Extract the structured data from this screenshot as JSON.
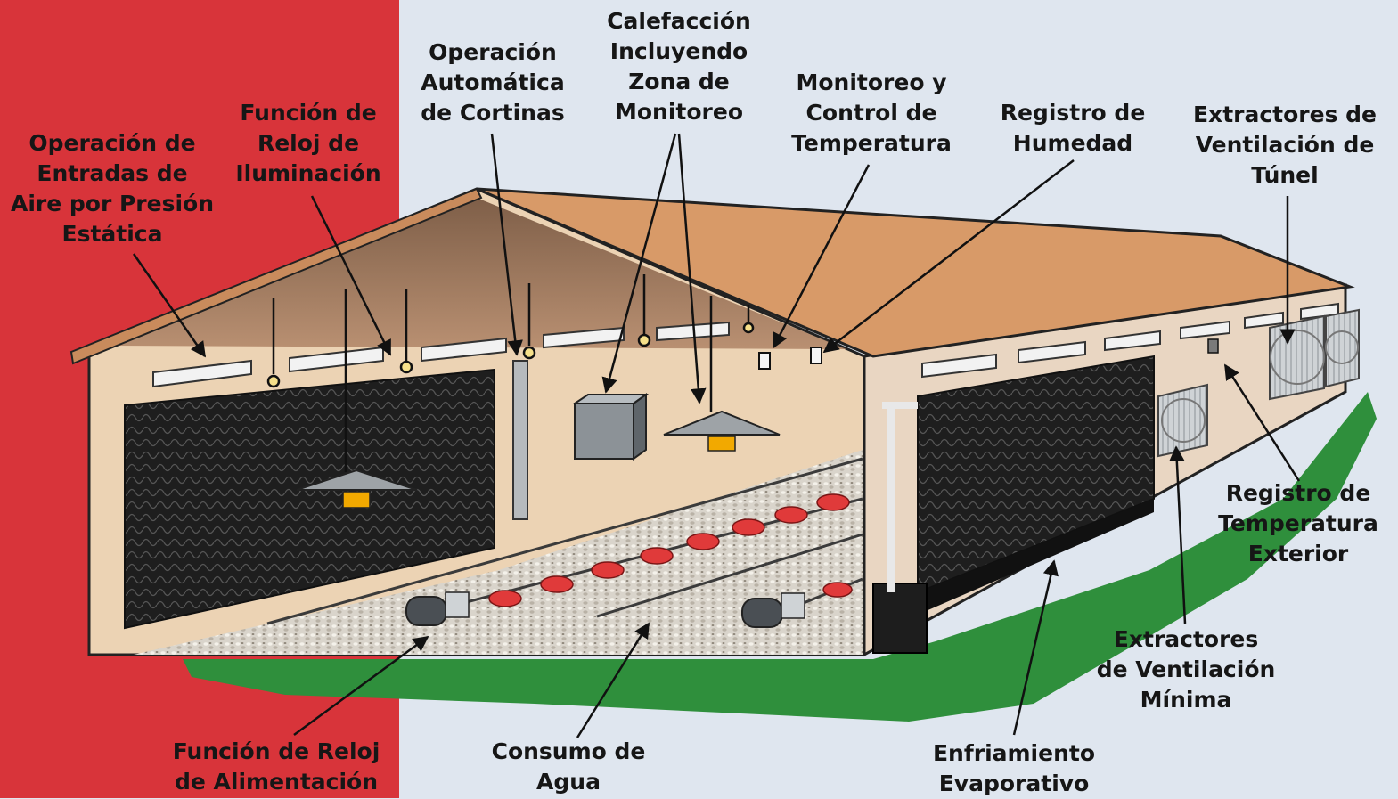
{
  "colors": {
    "left_panel": "#d8343a",
    "right_background": "#dfe6ef",
    "roof": "#d89a68",
    "wall": "#ecd3b4",
    "pad": "#1f1f1f",
    "grass": "#2f8f3c",
    "feeder": "#e03a3a"
  },
  "labels": {
    "air_inlets": [
      "Operación de",
      "Entradas de",
      "Aire por Presión",
      "Estática"
    ],
    "lighting_clock": [
      "Función de",
      "Reloj de",
      "Iluminación"
    ],
    "curtains": [
      "Operación",
      "Automática",
      "de Cortinas"
    ],
    "heating": [
      "Calefacción",
      "Incluyendo",
      "Zona de",
      "Monitoreo"
    ],
    "temperature": [
      "Monitoreo y",
      "Control de",
      "Temperatura"
    ],
    "humidity": [
      "Registro de",
      "Humedad"
    ],
    "tunnel_fans": [
      "Extractores de",
      "Ventilación de",
      "Túnel"
    ],
    "outside_temp": [
      "Registro de",
      "Temperatura",
      "Exterior"
    ],
    "minimum_fans": [
      "Extractores",
      "de Ventilación",
      "Mínima"
    ],
    "feeding_clock": [
      "Función de Reloj",
      "de Alimentación"
    ],
    "water": [
      "Consumo de",
      "Agua"
    ],
    "evaporative": [
      "Enfriamiento",
      "Evaporativo"
    ]
  }
}
